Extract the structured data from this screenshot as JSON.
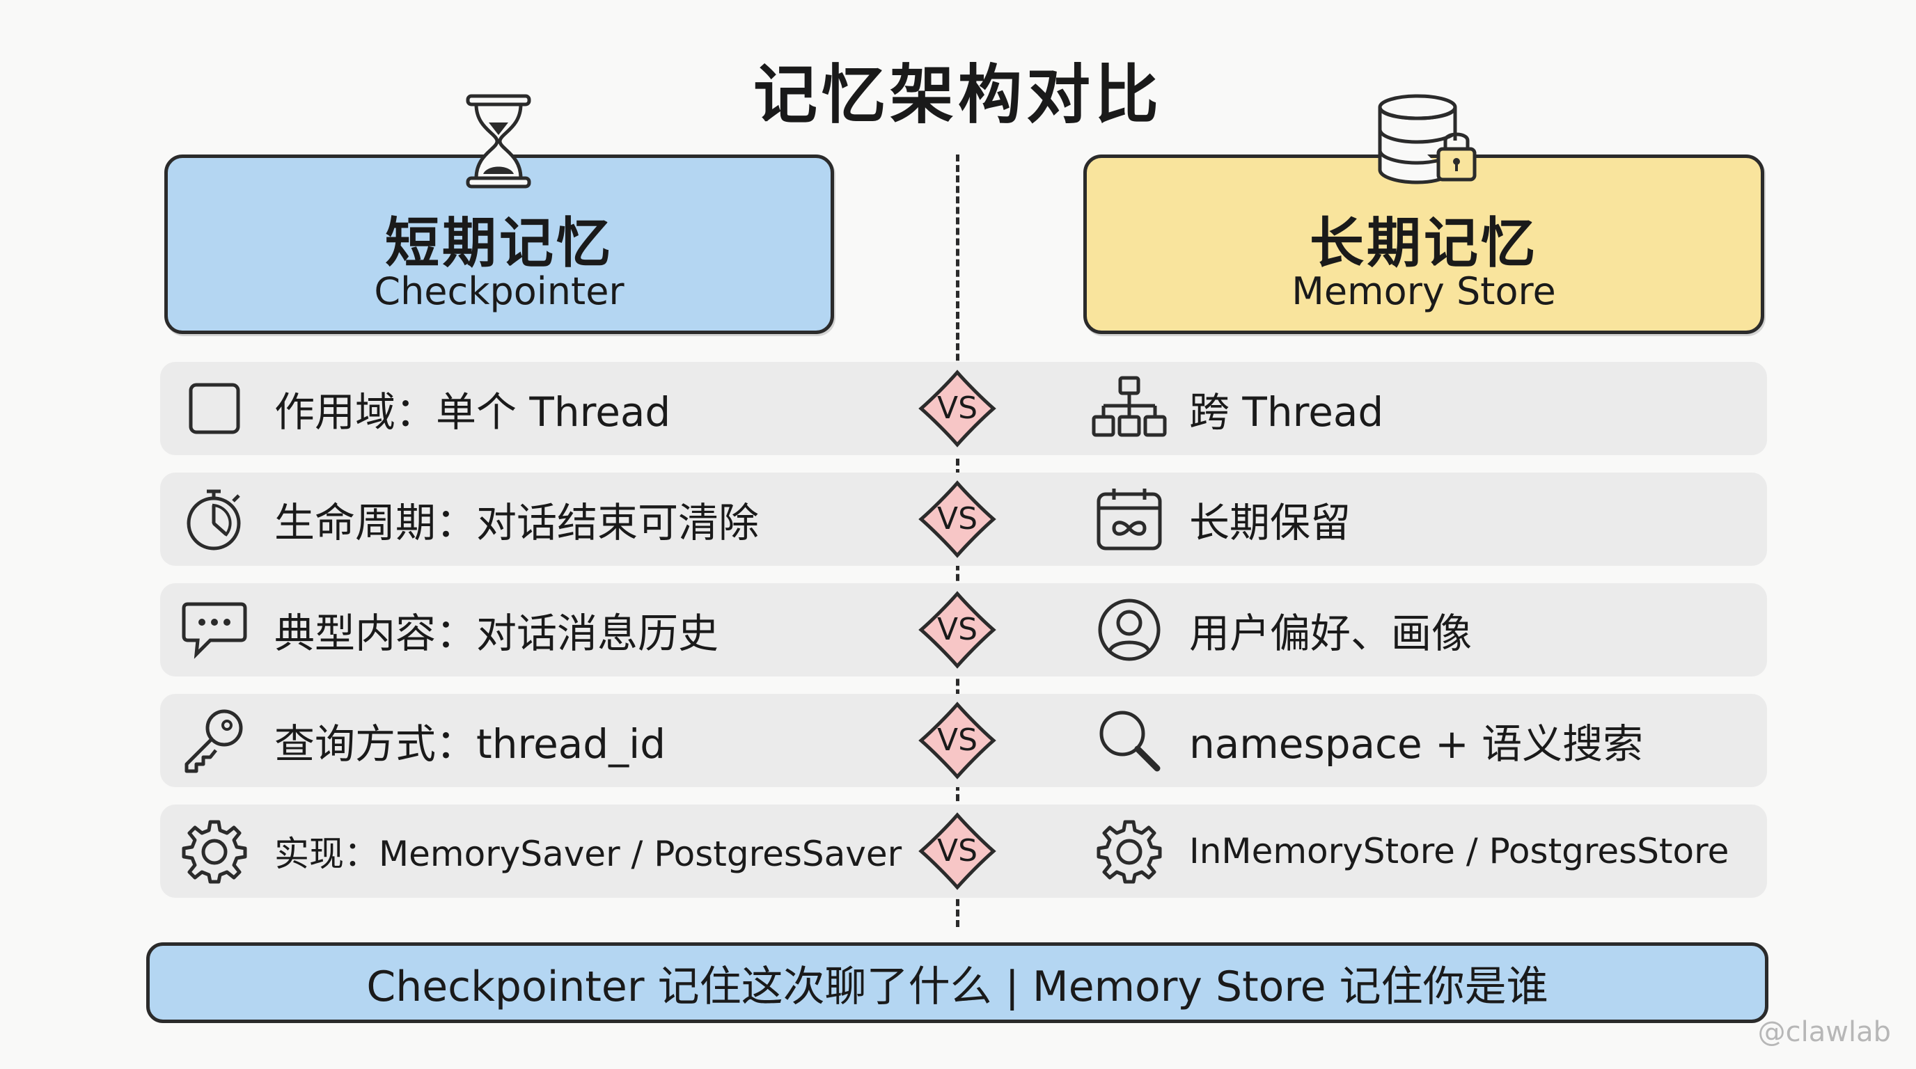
{
  "title": "记忆架构对比",
  "colors": {
    "short_term": "#b4d6f2",
    "long_term": "#f9e49d",
    "vs_badge": "#f7c6c6",
    "row_bg": "#ebebeb",
    "footer": "#b4d6f2"
  },
  "short_term": {
    "title": "短期记忆",
    "subtitle": "Checkpointer",
    "icon": "hourglass-icon"
  },
  "long_term": {
    "title": "长期记忆",
    "subtitle": "Memory Store",
    "icon": "database-lock-icon"
  },
  "vs_label": "VS",
  "rows": [
    {
      "left_icon": "square-icon",
      "left": "作用域：单个 Thread",
      "right_icon": "hierarchy-icon",
      "right": "跨 Thread"
    },
    {
      "left_icon": "stopwatch-icon",
      "left": "生命周期：对话结束可清除",
      "right_icon": "calendar-infinity-icon",
      "right": "长期保留"
    },
    {
      "left_icon": "chat-bubble-icon",
      "left": "典型内容：对话消息历史",
      "right_icon": "user-profile-icon",
      "right": "用户偏好、画像"
    },
    {
      "left_icon": "key-icon",
      "left": "查询方式：thread_id",
      "right_icon": "search-icon",
      "right": "namespace + 语义搜索"
    },
    {
      "left_icon": "gear-icon",
      "left": "实现：MemorySaver / PostgresSaver",
      "right_icon": "gear-icon",
      "right": "InMemoryStore / PostgresStore"
    }
  ],
  "footer": "Checkpointer 记住这次聊了什么 | Memory Store 记住你是谁",
  "watermark": "@clawlab"
}
